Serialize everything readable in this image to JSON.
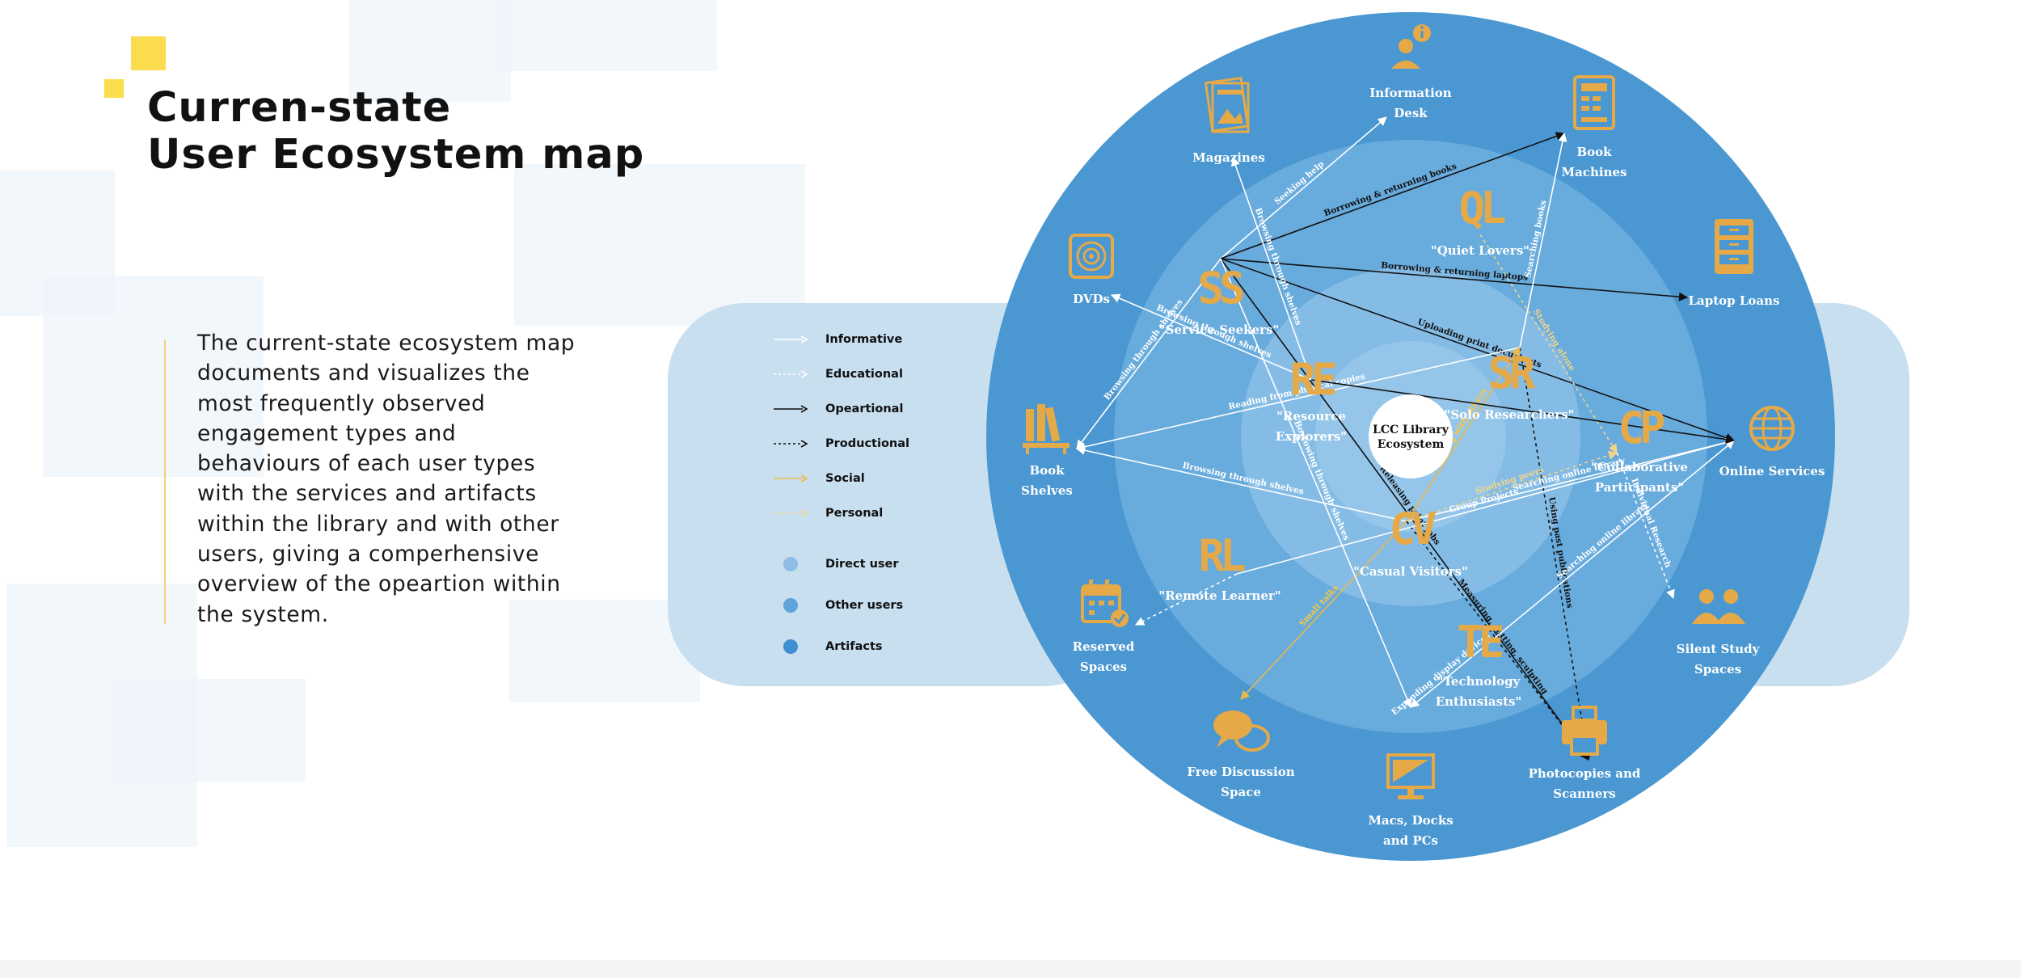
{
  "slide": {
    "title_line1": "Curren-state",
    "title_line2": "User Ecosystem map",
    "description": "The current-state ecosystem map documents and visualizes the most frequently observed engagement types and behaviours of each user types with the services and artifacts within the library and with other users, giving a comperhensive overview of the opeartion within the system."
  },
  "legend": {
    "line_types": [
      {
        "label": "Informative",
        "color": "#ffffff",
        "style": "solid"
      },
      {
        "label": "Educational",
        "color": "#ffffff",
        "style": "dotted"
      },
      {
        "label": "Opeartional",
        "color": "#111111",
        "style": "solid"
      },
      {
        "label": "Productional",
        "color": "#111111",
        "style": "dotted"
      },
      {
        "label": "Social",
        "color": "#e9b949",
        "style": "solid"
      },
      {
        "label": "Personal",
        "color": "#f2d58a",
        "style": "dotted"
      }
    ],
    "node_types": [
      {
        "label": "Direct user",
        "color": "#8fbde6"
      },
      {
        "label": "Other users",
        "color": "#5fa3dc"
      },
      {
        "label": "Artifacts",
        "color": "#3f8ed1"
      }
    ]
  },
  "colors": {
    "ring_artifacts": "#4a97d2",
    "ring_other": "#68abdd",
    "ring_direct": "#85bce6",
    "ring_core": "#a3cdec",
    "icon_gold": "#e6a947",
    "center": "#ffffff"
  },
  "ecosystem": {
    "center_label_line1": "LCC Library",
    "center_label_line2": "Ecosystem",
    "artifacts": [
      {
        "id": "info_desk",
        "lines": [
          "Information",
          "Desk"
        ],
        "icon": "info-person-icon"
      },
      {
        "id": "book_machines",
        "lines": [
          "Book",
          "Machines"
        ],
        "icon": "book-machine-icon"
      },
      {
        "id": "laptop_loans",
        "lines": [
          "Laptop Loans"
        ],
        "icon": "laptop-cabinet-icon"
      },
      {
        "id": "online_services",
        "lines": [
          "Online Services"
        ],
        "icon": "globe-icon"
      },
      {
        "id": "silent_study",
        "lines": [
          "Silent Study",
          "Spaces"
        ],
        "icon": "people-icon"
      },
      {
        "id": "photocopies",
        "lines": [
          "Photocopies and",
          "Scanners"
        ],
        "icon": "printer-icon"
      },
      {
        "id": "macs",
        "lines": [
          "Macs, Docks",
          "and PCs"
        ],
        "icon": "monitor-icon"
      },
      {
        "id": "free_discussion",
        "lines": [
          "Free Discussion",
          "Space"
        ],
        "icon": "chat-bubbles-icon"
      },
      {
        "id": "reserved_spaces",
        "lines": [
          "Reserved",
          "Spaces"
        ],
        "icon": "calendar-icon"
      },
      {
        "id": "book_shelves",
        "lines": [
          "Book",
          "Shelves"
        ],
        "icon": "books-icon"
      },
      {
        "id": "dvds",
        "lines": [
          "DVDs"
        ],
        "icon": "disc-icon"
      },
      {
        "id": "magazines",
        "lines": [
          "Magazines"
        ],
        "icon": "magazine-icon"
      }
    ],
    "users": [
      {
        "id": "quiet_lovers",
        "glyph": "QL",
        "lines": [
          "\"Quiet Lovers\""
        ]
      },
      {
        "id": "service_seekers",
        "glyph": "SS",
        "lines": [
          "\"Service Seekers\""
        ]
      },
      {
        "id": "resource_explorers",
        "glyph": "RE",
        "lines": [
          "\"Resource",
          "Explorers\""
        ]
      },
      {
        "id": "solo_researchers",
        "glyph": "SR",
        "lines": [
          "\"Solo Researchers\""
        ]
      },
      {
        "id": "collaborative",
        "glyph": "CP",
        "lines": [
          "\"Collaborative",
          "Participants\""
        ]
      },
      {
        "id": "remote_learner",
        "glyph": "RL",
        "lines": [
          "\"Remote Learner\""
        ]
      },
      {
        "id": "casual_visitors",
        "glyph": "CV",
        "lines": [
          "\"Casual Visitors\""
        ]
      },
      {
        "id": "tech_enthusiasts",
        "glyph": "TE",
        "lines": [
          "\"Technology",
          "Enthusiasts\""
        ]
      }
    ],
    "edges": [
      {
        "from": "service_seekers",
        "to": "info_desk",
        "label": "Seeking help",
        "type": "informative"
      },
      {
        "from": "service_seekers",
        "to": "book_machines",
        "label": "Borrowing & returning books",
        "type": "operational"
      },
      {
        "from": "service_seekers",
        "to": "laptop_loans",
        "label": "Borrowing & returning laptops",
        "type": "operational"
      },
      {
        "from": "service_seekers",
        "to": "online_services",
        "label": "Uploading print documents",
        "type": "operational"
      },
      {
        "from": "service_seekers",
        "to": "photocopies",
        "label": "Releasing print jobs",
        "type": "operational"
      },
      {
        "from": "service_seekers",
        "to": "book_shelves",
        "label": "Browsing through shelves",
        "type": "informative"
      },
      {
        "from": "resource_explorers",
        "to": "magazines",
        "label": "Browsing through shelves",
        "type": "informative"
      },
      {
        "from": "resource_explorers",
        "to": "dvds",
        "label": "Browsing through shelves",
        "type": "informative"
      },
      {
        "from": "solo_researchers",
        "to": "book_machines",
        "label": "Searching books",
        "type": "informative"
      },
      {
        "from": "solo_researchers",
        "to": "book_shelves",
        "label": "Reading from physical copies",
        "type": "informative"
      },
      {
        "from": "solo_researchers",
        "to": "photocopies",
        "label": "Using past publications",
        "type": "productional"
      },
      {
        "from": "quiet_lovers",
        "to": "collaborative",
        "label": "Studying alone",
        "type": "personal"
      },
      {
        "from": "casual_visitors",
        "to": "book_shelves",
        "label": "Browsing through shelves",
        "type": "informative"
      },
      {
        "from": "casual_visitors",
        "to": "online_services",
        "label": "Searching online library",
        "type": "informative"
      },
      {
        "from": "casual_visitors",
        "to": "free_discussion",
        "label": "Small talks",
        "type": "social"
      },
      {
        "from": "casual_visitors",
        "to": "solo_researchers",
        "label": "Studying with others",
        "type": "social"
      },
      {
        "from": "casual_visitors",
        "to": "collaborative",
        "label": "Studying peers",
        "type": "personal"
      },
      {
        "from": "casual_visitors",
        "to": "photocopies",
        "label": "Measuring, cutting, sculpting",
        "type": "productional"
      },
      {
        "from": "remote_learner",
        "to": "online_services",
        "label": "Group Projects",
        "type": "informative"
      },
      {
        "from": "remote_learner",
        "to": "reserved_spaces",
        "label": "",
        "type": "educational"
      },
      {
        "from": "collaborative",
        "to": "silent_study",
        "label": "Individual Research",
        "type": "educational"
      },
      {
        "from": "tech_enthusiasts",
        "to": "online_services",
        "label": "Searching online library",
        "type": "informative"
      },
      {
        "from": "tech_enthusiasts",
        "to": "macs",
        "label": "Expanding display devices",
        "type": "informative"
      },
      {
        "from": "resource_explorers",
        "to": "online_services",
        "label": "",
        "type": "operational"
      },
      {
        "from": "service_seekers",
        "to": "macs",
        "label": "Borrowing through shelves",
        "type": "informative"
      }
    ]
  }
}
